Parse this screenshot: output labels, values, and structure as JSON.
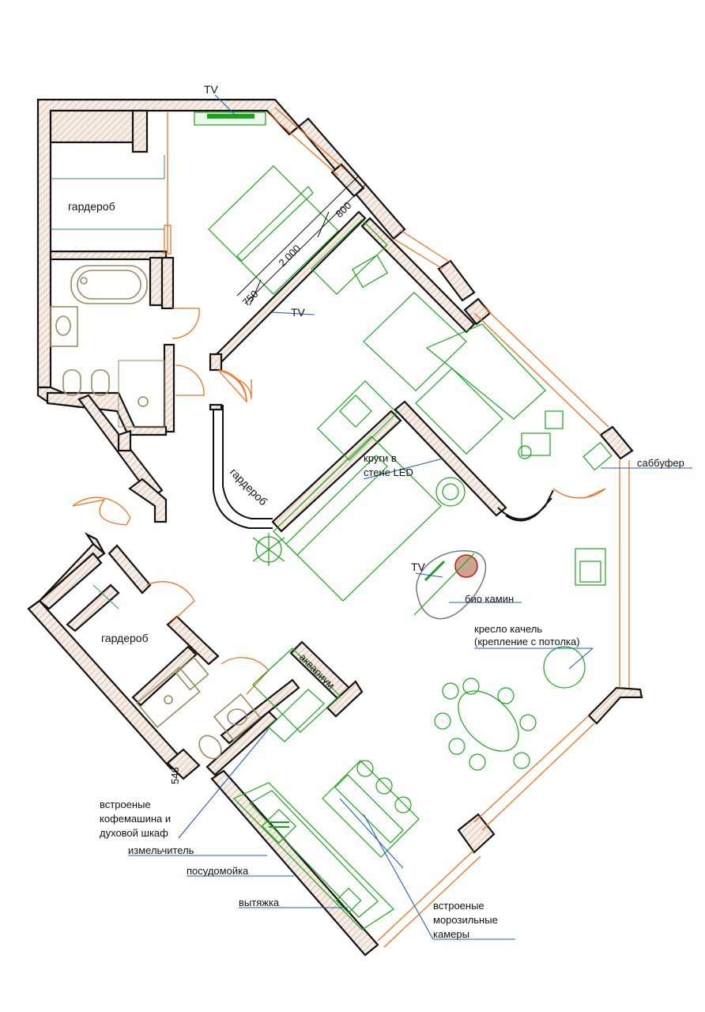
{
  "plan": {
    "rooms": {
      "wardrobe_top": "гардероб",
      "wardrobe_middle": "гардероб",
      "wardrobe_bottom": "гардероб",
      "aquarium": "аквариум"
    },
    "annotations": {
      "tv_top": "TV",
      "tv_bedroom": "TV",
      "tv_living": "TV",
      "led_circles_1": "круги в",
      "led_circles_2": "стене LED",
      "subwoofer": "саббуфер",
      "bio_fireplace": "био камин",
      "swing_chair_1": "кресло качель",
      "swing_chair_2": "(крепление с потолка)",
      "coffee_oven_1": "встроеные",
      "coffee_oven_2": "кофемашина и",
      "coffee_oven_3": "духовой шкаф",
      "grinder": "измельчитель",
      "dishwasher": "посудомойка",
      "hood": "вытяжка",
      "freezers_1": "встроеные",
      "freezers_2": "морозильные",
      "freezers_3": "камеры"
    },
    "dimensions": {
      "bed_width": "750",
      "bed_length": "2 000",
      "bed_gap": "800",
      "wall_segment": "546"
    },
    "colors": {
      "walls": "#111111",
      "furniture": "#1aa31a",
      "doors_windows": "#f07020",
      "leaders": "#1f5fbf",
      "sanitary": "#9c8a5e"
    }
  }
}
